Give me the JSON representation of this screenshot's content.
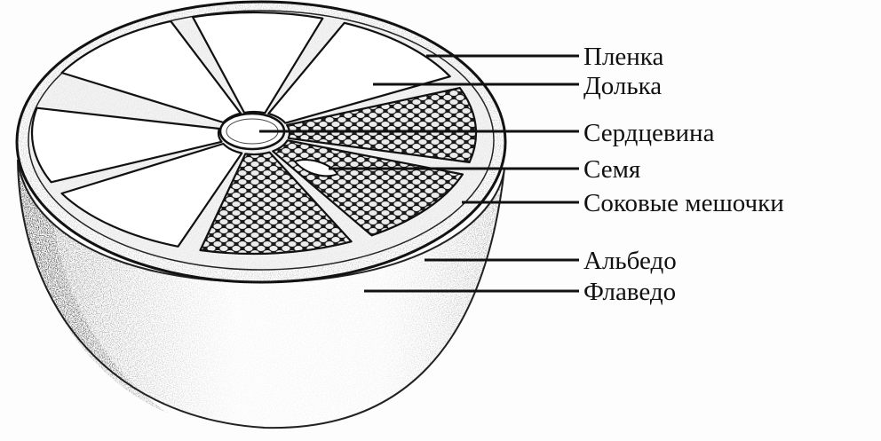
{
  "diagram": {
    "subject": "citrus-fruit-cross-section",
    "labels": [
      {
        "key": "plenka",
        "text": "Пленка"
      },
      {
        "key": "dolka",
        "text": "Долька"
      },
      {
        "key": "serdcevina",
        "text": "Сердцевина"
      },
      {
        "key": "semya",
        "text": "Семя"
      },
      {
        "key": "sokovye",
        "text": "Соковые мешочки"
      },
      {
        "key": "albedo",
        "text": "Альбедо"
      },
      {
        "key": "flavedo",
        "text": "Флаведо"
      }
    ],
    "colors": {
      "ink": "#111111",
      "paper": "#fdfdfd"
    }
  }
}
